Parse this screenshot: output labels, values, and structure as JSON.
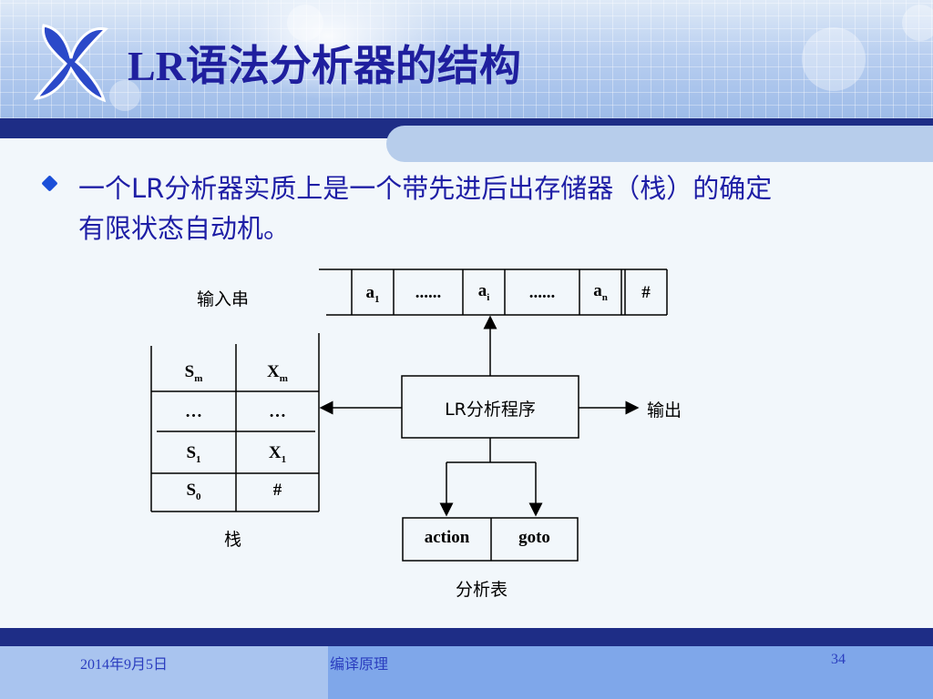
{
  "slide": {
    "title": "LR语法分析器的结构",
    "bullet": {
      "line1": "一个LR分析器实质上是一个带先进后出存储器（栈）的确定",
      "line2": "有限状态自动机。"
    }
  },
  "diagram": {
    "input_label": "输入串",
    "input_cells": [
      {
        "base": "a",
        "sub": "1"
      },
      {
        "base": "......",
        "sub": ""
      },
      {
        "base": "a",
        "sub": "i"
      },
      {
        "base": "......",
        "sub": ""
      },
      {
        "base": "a",
        "sub": "n"
      },
      {
        "base": "#",
        "sub": ""
      }
    ],
    "stack_label": "栈",
    "stack_rows": [
      {
        "state": {
          "base": "S",
          "sub": "m"
        },
        "symbol": {
          "base": "X",
          "sub": "m"
        }
      },
      {
        "state": {
          "base": "…",
          "sub": ""
        },
        "symbol": {
          "base": "…",
          "sub": ""
        }
      },
      {
        "state": {
          "base": "S",
          "sub": "1"
        },
        "symbol": {
          "base": "X",
          "sub": "1"
        }
      },
      {
        "state": {
          "base": "S",
          "sub": "0"
        },
        "symbol": {
          "base": "#",
          "sub": ""
        }
      }
    ],
    "program_label": "LR分析程序",
    "output_label": "输出",
    "table_cells": [
      "action",
      "goto"
    ],
    "table_label": "分析表"
  },
  "footer": {
    "date": "2014年9月5日",
    "course": "编译原理",
    "page": "34"
  },
  "colors": {
    "title": "#1f1f9e",
    "band": "#1e2d86",
    "bullet": "#1b4fd8",
    "footer_text": "#2a3dbf"
  },
  "icons": [
    "x-logo-icon",
    "diamond-bullet-icon"
  ]
}
